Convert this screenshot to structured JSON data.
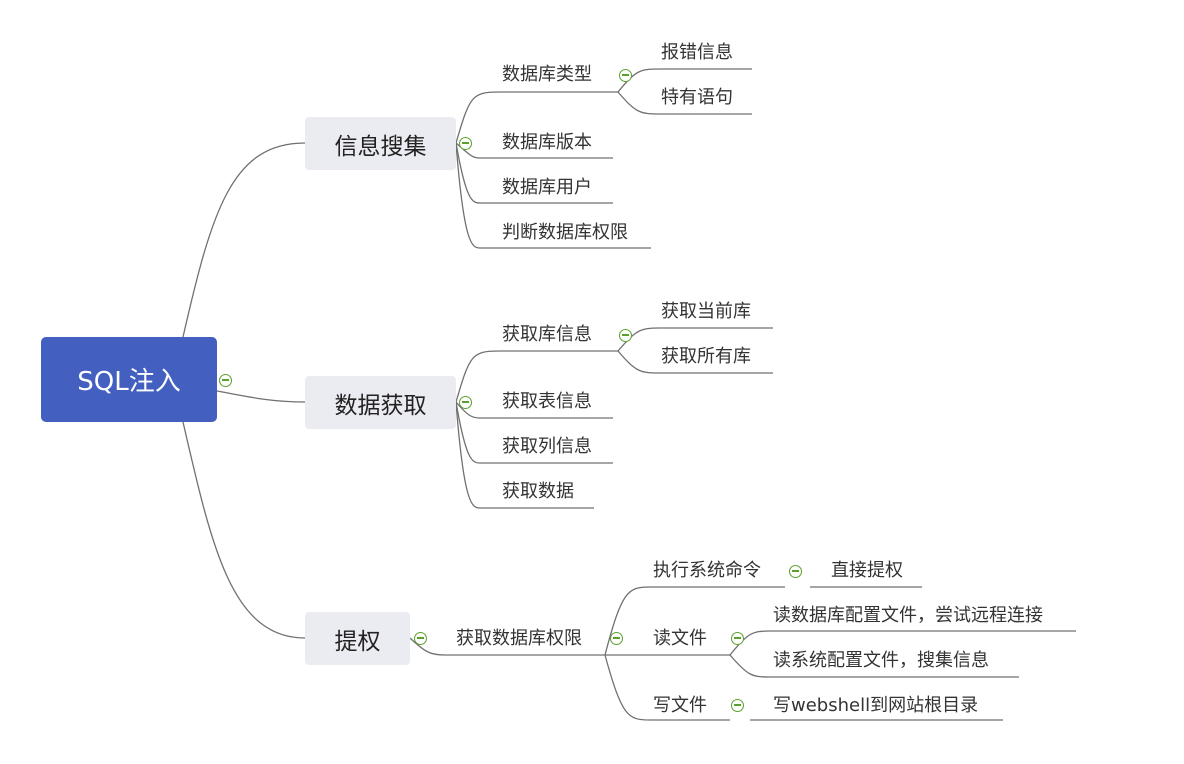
{
  "root": {
    "label": "SQL注入"
  },
  "branches": {
    "info": {
      "label": "信息搜集",
      "db_type": {
        "label": "数据库类型",
        "children": [
          "报错信息",
          "特有语句"
        ]
      },
      "db_version": "数据库版本",
      "db_user": "数据库用户",
      "db_priv": "判断数据库权限"
    },
    "fetch": {
      "label": "数据获取",
      "lib_info": {
        "label": "获取库信息",
        "children": [
          "获取当前库",
          "获取所有库"
        ]
      },
      "table_info": "获取表信息",
      "column_info": "获取列信息",
      "data": "获取数据"
    },
    "priv": {
      "label": "提权",
      "get_priv": {
        "label": "获取数据库权限",
        "exec_cmd": {
          "label": "执行系统命令",
          "child": "直接提权"
        },
        "read_file": {
          "label": "读文件",
          "children": [
            "读数据库配置文件，尝试远程连接",
            "读系统配置文件，搜集信息"
          ]
        },
        "write_file": {
          "label": "写文件",
          "child": "写webshell到网站根目录"
        }
      }
    }
  },
  "colors": {
    "root_fill": "#4360c0",
    "main_fill": "#ebebf2",
    "line": "#707070",
    "toggle": "#5aa02c"
  }
}
